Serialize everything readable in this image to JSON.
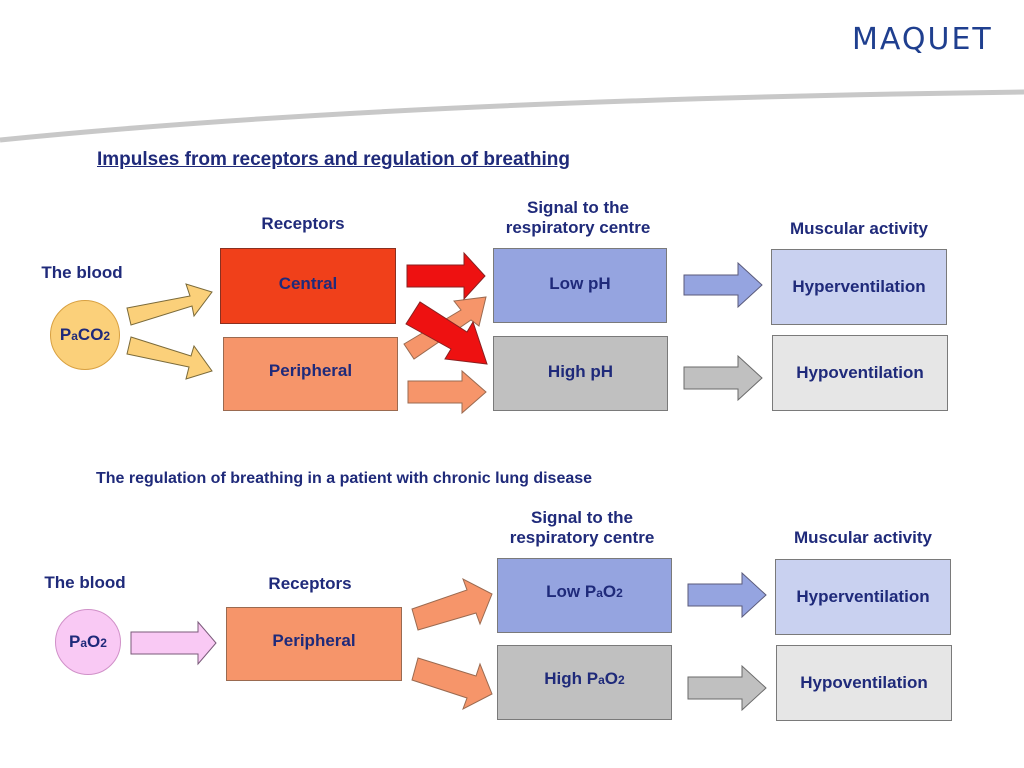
{
  "logo": "MAQUET",
  "colors": {
    "central": "#f0401a",
    "peripheral": "#f6956a",
    "low_signal": "#95a4e0",
    "high_signal": "#c0c0c0",
    "hyperventilation": "#c9d1f0",
    "hypoventilation": "#e6e6e6",
    "paco2_circle": "#fbd07a",
    "pao2_circle": "#f9c9f4",
    "text": "#1f2a7a"
  },
  "section1": {
    "title": "Impulses from receptors and regulation of breathing",
    "blood_label": "The blood",
    "blood_value": {
      "main": "P",
      "sub": "a",
      "rest": "CO",
      "sub2": "2"
    },
    "receptors_label": "Receptors",
    "signal_label_line1": "Signal to the",
    "signal_label_line2": "respiratory centre",
    "muscular_label": "Muscular activity",
    "central": "Central",
    "peripheral": "Peripheral",
    "low_signal": "Low pH",
    "high_signal": "High pH",
    "hyper": "Hyperventilation",
    "hypo": "Hypoventilation"
  },
  "section2": {
    "title": "The regulation of breathing in a patient with chronic lung disease",
    "blood_label": "The blood",
    "blood_value": {
      "main": "P",
      "sub": "a",
      "rest": "O",
      "sub2": "2"
    },
    "receptors_label": "Receptors",
    "signal_label_line1": "Signal to the",
    "signal_label_line2": "respiratory centre",
    "muscular_label": "Muscular activity",
    "peripheral": "Peripheral",
    "low_signal": {
      "pre": "Low P",
      "sub": "a",
      "rest": "O",
      "sub2": "2"
    },
    "high_signal": {
      "pre": "High P",
      "sub": "a",
      "rest": "O",
      "sub2": "2"
    },
    "hyper": "Hyperventilation",
    "hypo": "Hypoventilation"
  }
}
